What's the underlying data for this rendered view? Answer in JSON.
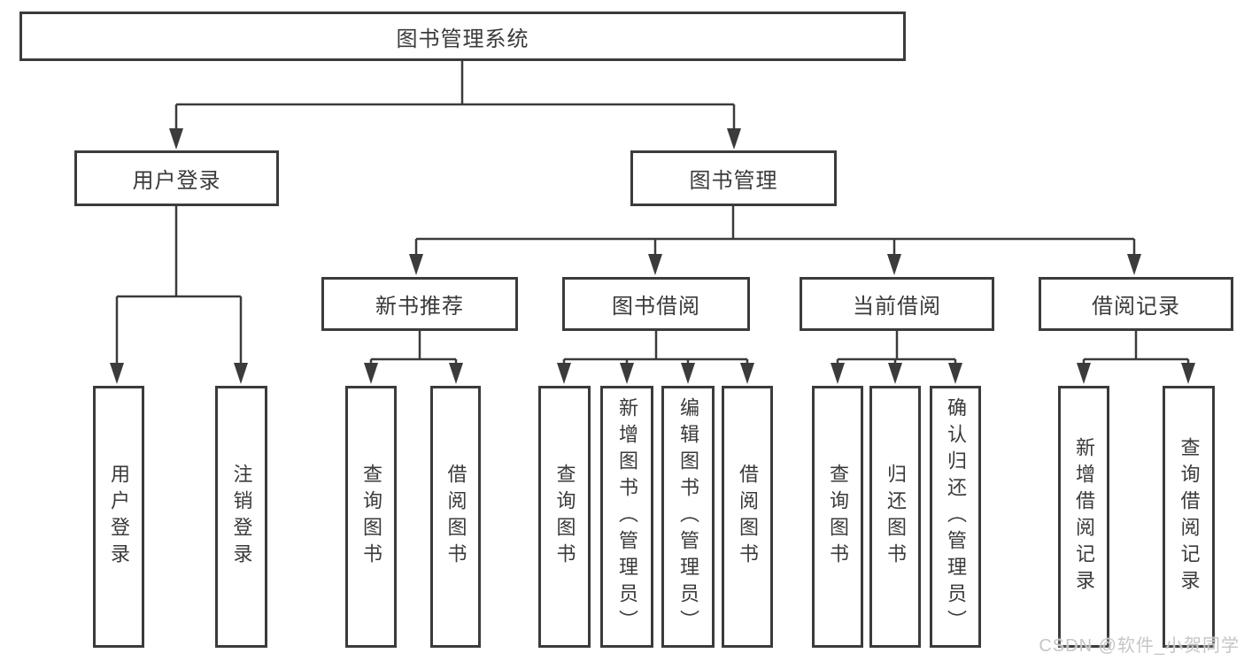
{
  "watermark": "CSDN @软件_小贺同学",
  "colors": {
    "line": "#3b3b3b",
    "box_border": "#3b3b3b",
    "text": "#3a3a3a",
    "watermark": "#c6c6c6",
    "background": "#ffffff"
  },
  "tree": {
    "root": {
      "label": "图书管理系统"
    },
    "branches": [
      {
        "label": "用户登录",
        "children": [
          {
            "label": "用户登录"
          },
          {
            "label": "注销登录"
          }
        ]
      },
      {
        "label": "图书管理",
        "children": [
          {
            "label": "新书推荐",
            "children": [
              {
                "label": "查询图书"
              },
              {
                "label": "借阅图书"
              }
            ]
          },
          {
            "label": "图书借阅",
            "children": [
              {
                "label": "查询图书"
              },
              {
                "label": "新增图书（管理员）"
              },
              {
                "label": "编辑图书（管理员）"
              },
              {
                "label": "借阅图书"
              }
            ]
          },
          {
            "label": "当前借阅",
            "children": [
              {
                "label": "查询图书"
              },
              {
                "label": "归还图书"
              },
              {
                "label": "确认归还（管理员）"
              }
            ]
          },
          {
            "label": "借阅记录",
            "children": [
              {
                "label": "新增借阅记录"
              },
              {
                "label": "查询借阅记录"
              }
            ]
          }
        ]
      }
    ]
  }
}
